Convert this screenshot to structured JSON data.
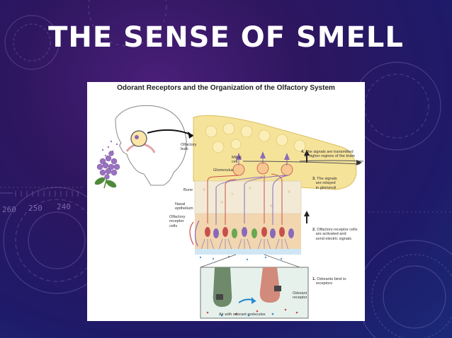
{
  "slide": {
    "title": "THE SENSE OF SMELL",
    "background_colors": [
      "#4a1f78",
      "#1f1a68",
      "#1a2a78"
    ],
    "deco_numbers": [
      "260",
      "250",
      "240"
    ]
  },
  "diagram": {
    "title": "Odorant Receptors and the Organization of the Olfactory System",
    "labels": {
      "olfactory_bulb": [
        "Olfactory",
        "bulb"
      ],
      "mitral_cell": [
        "Mitral",
        "cell"
      ],
      "glomerulus": "Glomerulus",
      "bone": "Bone",
      "nasal_epithelium": [
        "Nasal",
        "epithelium"
      ],
      "olfactory_receptor_cells": [
        "Olfactory",
        "receptor",
        "cells"
      ],
      "odorant_receptor": [
        "Odorant",
        "receptor"
      ],
      "air_with_odorant": "Air with odorant molecules"
    },
    "steps": [
      {
        "num": "1.",
        "text": [
          "Odorants bind to",
          "receptors"
        ]
      },
      {
        "num": "2.",
        "text": [
          "Olfactory receptor cells",
          "are activated and",
          "send electric signals"
        ]
      },
      {
        "num": "3.",
        "text": [
          "The signals",
          "are relayed",
          "in glomeruli"
        ]
      },
      {
        "num": "4.",
        "text": [
          "The signals are transmitted",
          "to higher regions of the brain"
        ]
      }
    ],
    "colors": {
      "bulb": "#f6e39a",
      "bone": "#f3ead6",
      "epithelium": "#f2d6b0",
      "receptor_red": "#c8504a",
      "receptor_purple": "#8a6ab8",
      "lilac": "#9a72c0",
      "leaf": "#4f8a3a"
    }
  }
}
